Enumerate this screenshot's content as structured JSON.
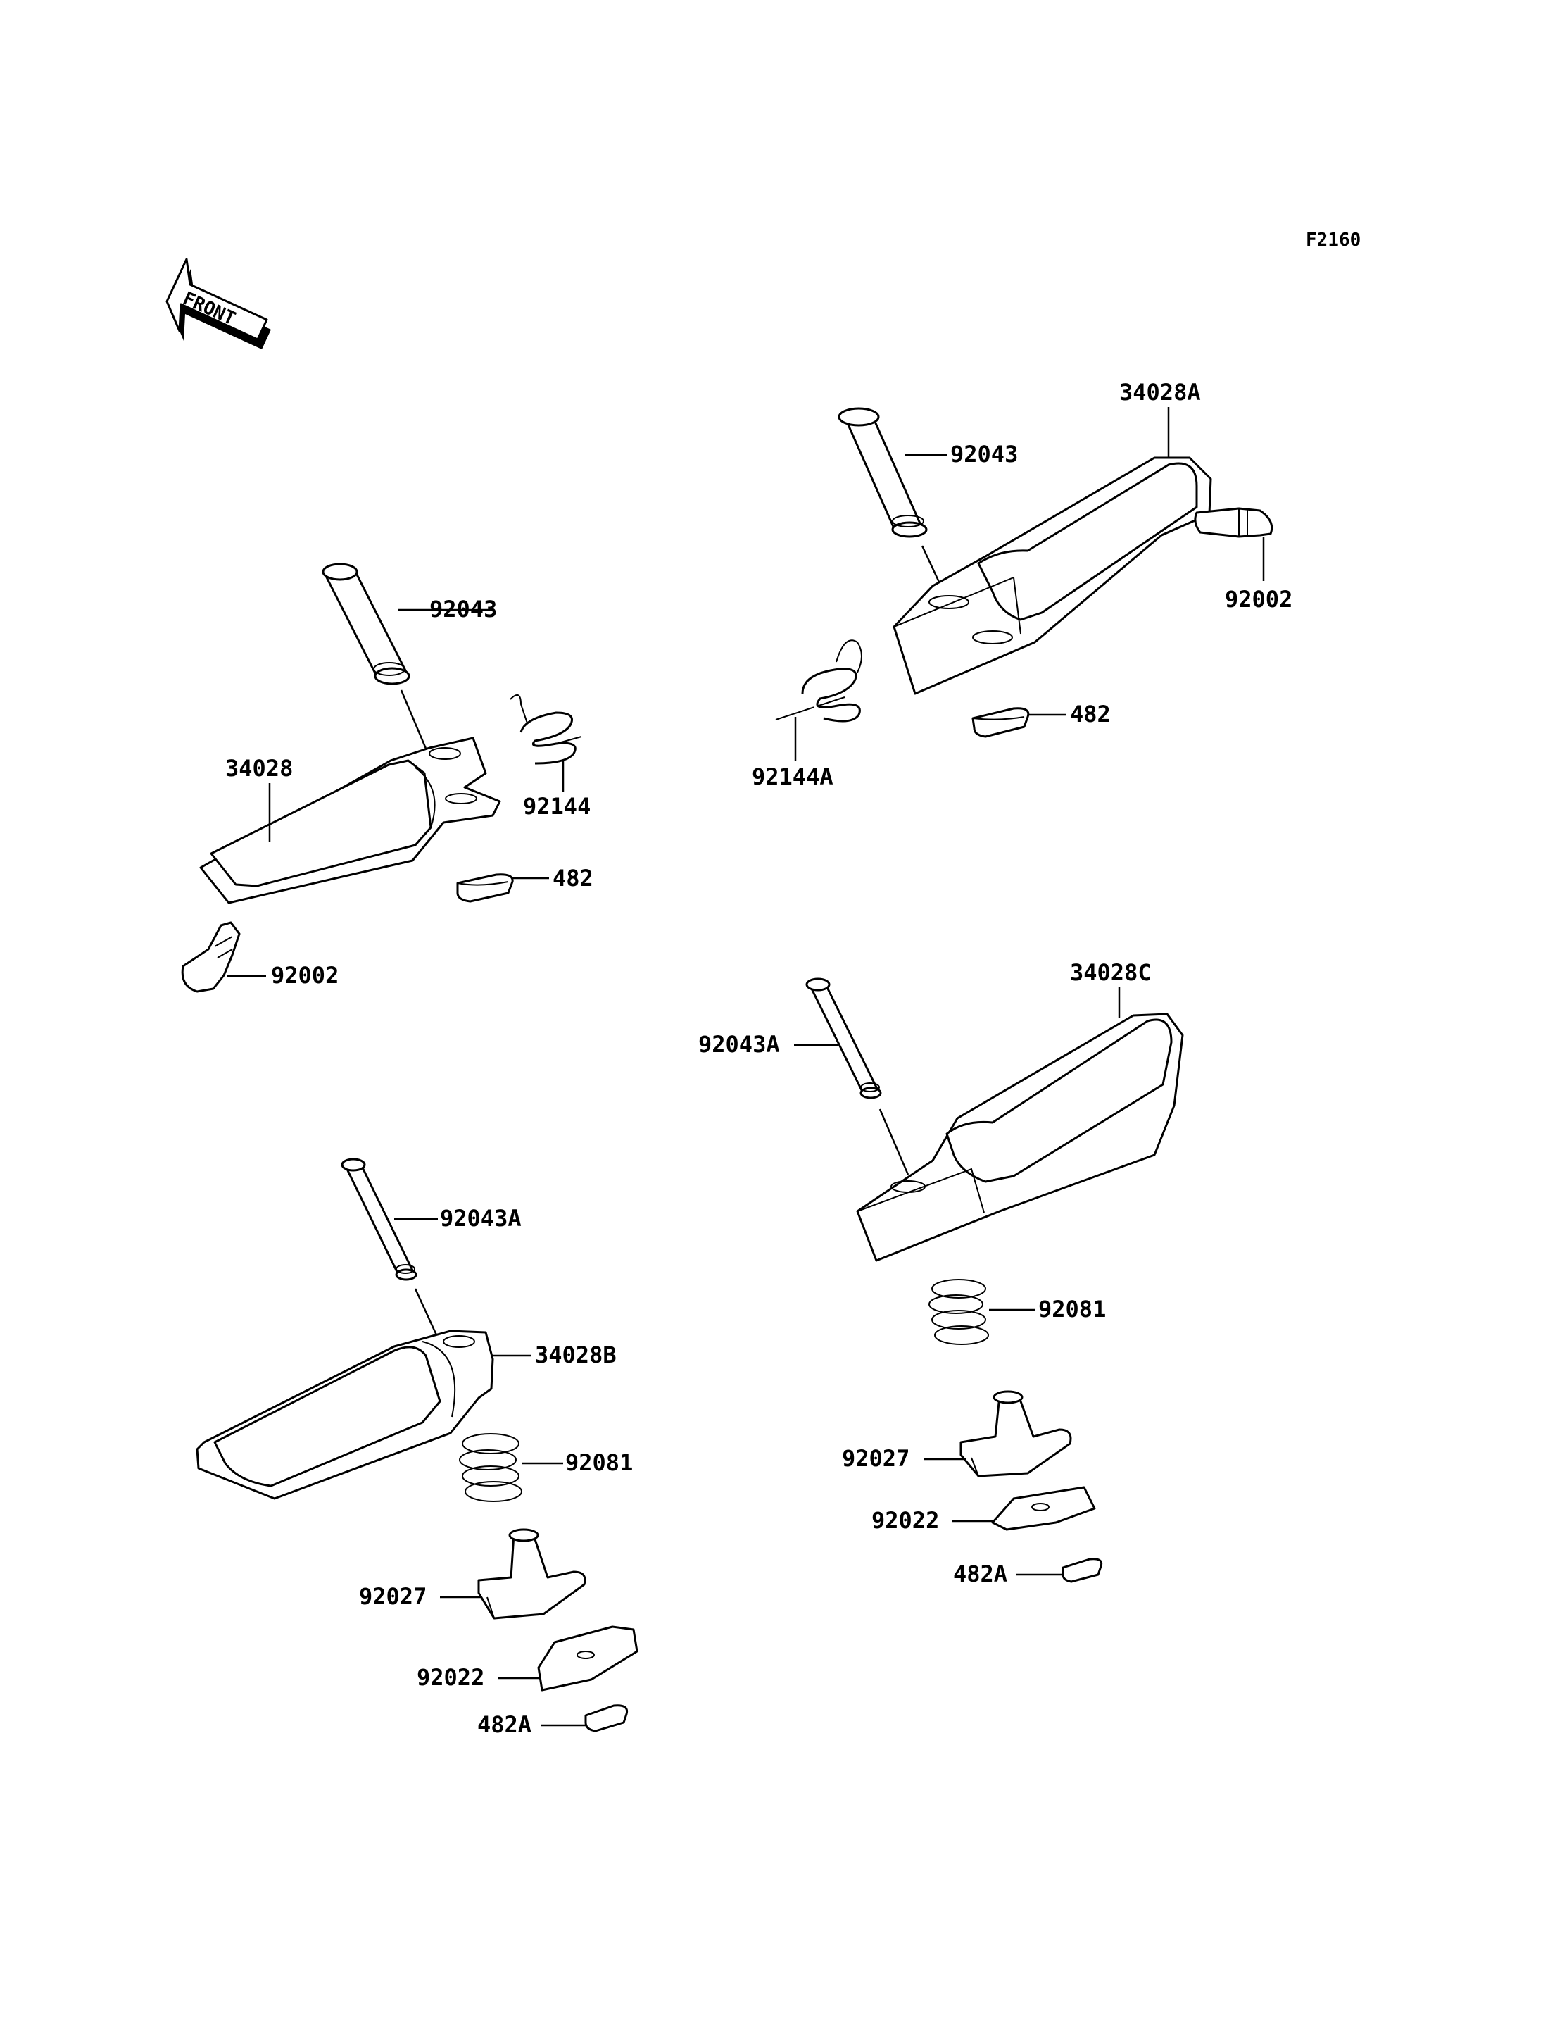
{
  "diagram": {
    "code": "F2160",
    "front_label": "FRONT",
    "labels": {
      "left_front_pin": "92043",
      "left_front_footpeg": "34028",
      "left_front_spring": "92144",
      "left_front_clip": "482",
      "left_front_bolt": "92002",
      "right_front_pin": "92043",
      "right_front_footpeg": "34028A",
      "right_front_bolt": "92002",
      "right_front_spring": "92144A",
      "right_front_clip": "482",
      "right_rear_pin": "92043A",
      "right_rear_footpeg": "34028C",
      "right_rear_spring": "92081",
      "right_rear_bracket": "92027",
      "right_rear_plate": "92022",
      "right_rear_clip": "482A",
      "left_rear_pin": "92043A",
      "left_rear_footpeg": "34028B",
      "left_rear_spring": "92081",
      "left_rear_bracket": "92027",
      "left_rear_plate": "92022",
      "left_rear_clip": "482A"
    }
  }
}
